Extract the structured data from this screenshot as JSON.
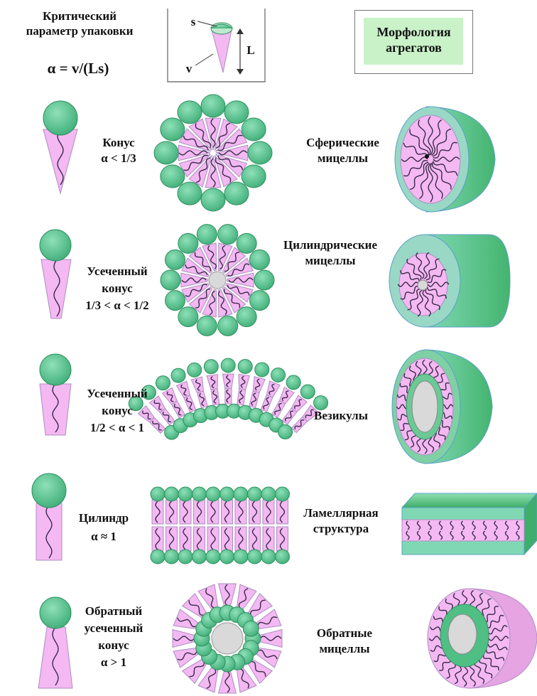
{
  "header": {
    "packing_title": [
      "Критический",
      "параметр упаковки"
    ],
    "formula": "α = v/(Ls)",
    "geometry_labels": {
      "s": "s",
      "v": "v",
      "L": "L"
    },
    "morphology_title": [
      "Морфология",
      "агрегатов"
    ]
  },
  "rows": [
    {
      "molecule": [
        "Конус",
        "α < 1/3"
      ],
      "aggregate": [
        "Сферические",
        "мицеллы"
      ]
    },
    {
      "molecule": [
        "Усеченный",
        "конус",
        "1/3 < α < 1/2"
      ],
      "aggregate": [
        "Цилиндрические",
        "мицеллы"
      ]
    },
    {
      "molecule": [
        "Усеченный",
        "конус",
        "1/2 < α < 1"
      ],
      "aggregate": [
        "Везикулы"
      ]
    },
    {
      "molecule": [
        "Цилиндр",
        "α ≈ 1"
      ],
      "aggregate": [
        "Ламеллярная",
        "структура"
      ]
    },
    {
      "molecule": [
        "Обратный",
        "усеченный",
        "конус",
        "α > 1"
      ],
      "aggregate": [
        "Обратные",
        "мицеллы"
      ]
    }
  ],
  "colors": {
    "head": "#5fc99a",
    "tail": "#f4b8f2",
    "tail_outline": "#a98fc0",
    "chain": "#3a2a4a",
    "core": "#d9d9d9",
    "box_fill": "#c9f2c9"
  }
}
